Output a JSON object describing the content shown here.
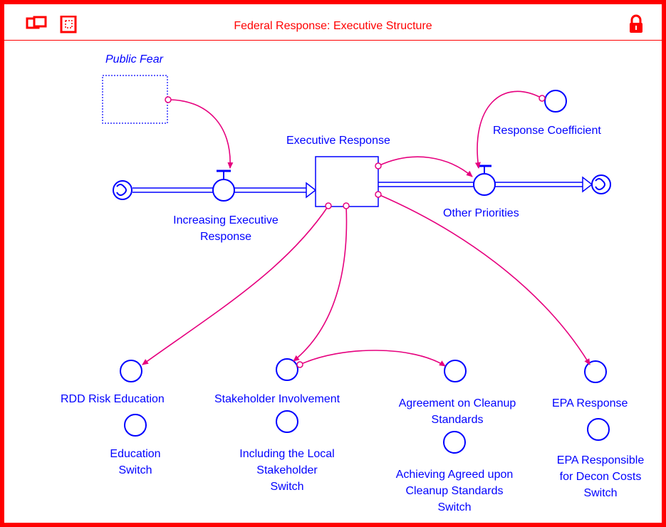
{
  "window": {
    "title": "Federal Response: Executive Structure",
    "icons": [
      "windows-icon",
      "select-icon",
      "lock-icon"
    ]
  },
  "colors": {
    "frame": "#ff0000",
    "nodes": "#0000ff",
    "connectors": "#e6007e"
  },
  "diagram": {
    "public_fear": "Public Fear",
    "stock": "Executive Response",
    "inflow": [
      "Increasing Executive",
      "Response"
    ],
    "outflow": "Other Priorities",
    "response_coefficient": "Response Coefficient",
    "rdd_risk_education": "RDD Risk Education",
    "education_switch": [
      "Education",
      "Switch"
    ],
    "stakeholder_involvement": "Stakeholder Involvement",
    "local_stakeholder_switch": [
      "Including the Local",
      "Stakeholder",
      "Switch"
    ],
    "agreement_cleanup": [
      "Agreement on Cleanup",
      "Standards"
    ],
    "agreed_cleanup_switch": [
      "Achieving Agreed upon",
      "Cleanup Standards",
      "Switch"
    ],
    "epa_response": "EPA Response",
    "epa_decon_switch": [
      "EPA Responsible",
      "for Decon Costs",
      "Switch"
    ]
  }
}
